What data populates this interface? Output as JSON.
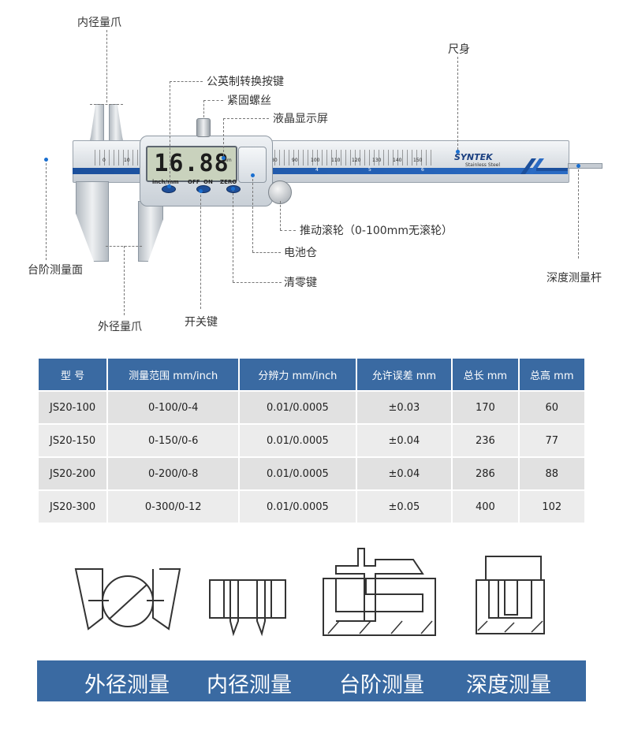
{
  "callouts": {
    "inner_jaw": "内径量爪",
    "beam": "尺身",
    "unit_key": "公英制转换按键",
    "screw": "紧固螺丝",
    "lcd": "液晶显示屏",
    "roller": "推动滚轮（0-100mm无滚轮）",
    "battery": "电池仓",
    "zero_key": "清零键",
    "step_face": "台阶测量面",
    "depth_rod": "深度测量杆",
    "outer_jaw": "外径量爪",
    "power_key": "开关键"
  },
  "device": {
    "lcd_value": "16.88",
    "lcd_unit": "mm",
    "buttons": [
      "inch/mm",
      "OFF",
      "ON",
      "ZERO"
    ],
    "brand": "SYNTEK",
    "brand_sub": "Stainless Steel",
    "scale_labels": [
      "0",
      "10",
      "80",
      "90",
      "100",
      "110",
      "120",
      "130",
      "140",
      "150"
    ],
    "inch_labels": [
      "4",
      "5",
      "6"
    ]
  },
  "table": {
    "headers": [
      "型 号",
      "测量范围 mm/inch",
      "分辨力 mm/inch",
      "允许误差 mm",
      "总长 mm",
      "总高 mm"
    ],
    "rows": [
      [
        "JS20-100",
        "0-100/0-4",
        "0.01/0.0005",
        "±0.03",
        "170",
        "60"
      ],
      [
        "JS20-150",
        "0-150/0-6",
        "0.01/0.0005",
        "±0.04",
        "236",
        "77"
      ],
      [
        "JS20-200",
        "0-200/0-8",
        "0.01/0.0005",
        "±0.04",
        "286",
        "88"
      ],
      [
        "JS20-300",
        "0-300/0-12",
        "0.01/0.0005",
        "±0.05",
        "400",
        "102"
      ]
    ]
  },
  "banner": {
    "labels": [
      "外径测量",
      "内径测量",
      "台阶测量",
      "深度测量"
    ]
  },
  "colors": {
    "accent_blue": "#3a6aa2",
    "band_blue": "#1b4f9c",
    "dot_blue": "#1a6fd0"
  }
}
